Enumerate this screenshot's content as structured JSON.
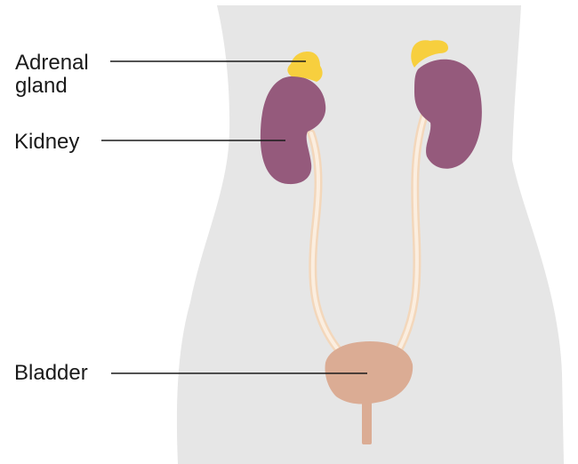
{
  "labels": {
    "adrenal_gland_line1": "Adrenal",
    "adrenal_gland_line2": "gland",
    "kidney": "Kidney",
    "bladder": "Bladder"
  },
  "colors": {
    "torso": "#e6e6e6",
    "kidney": "#955a7c",
    "adrenal_gland": "#f7cf3e",
    "ureter": "#f3d7bb",
    "bladder": "#dbac94",
    "urethra": "#dbac94",
    "text": "#1a1a1a"
  }
}
